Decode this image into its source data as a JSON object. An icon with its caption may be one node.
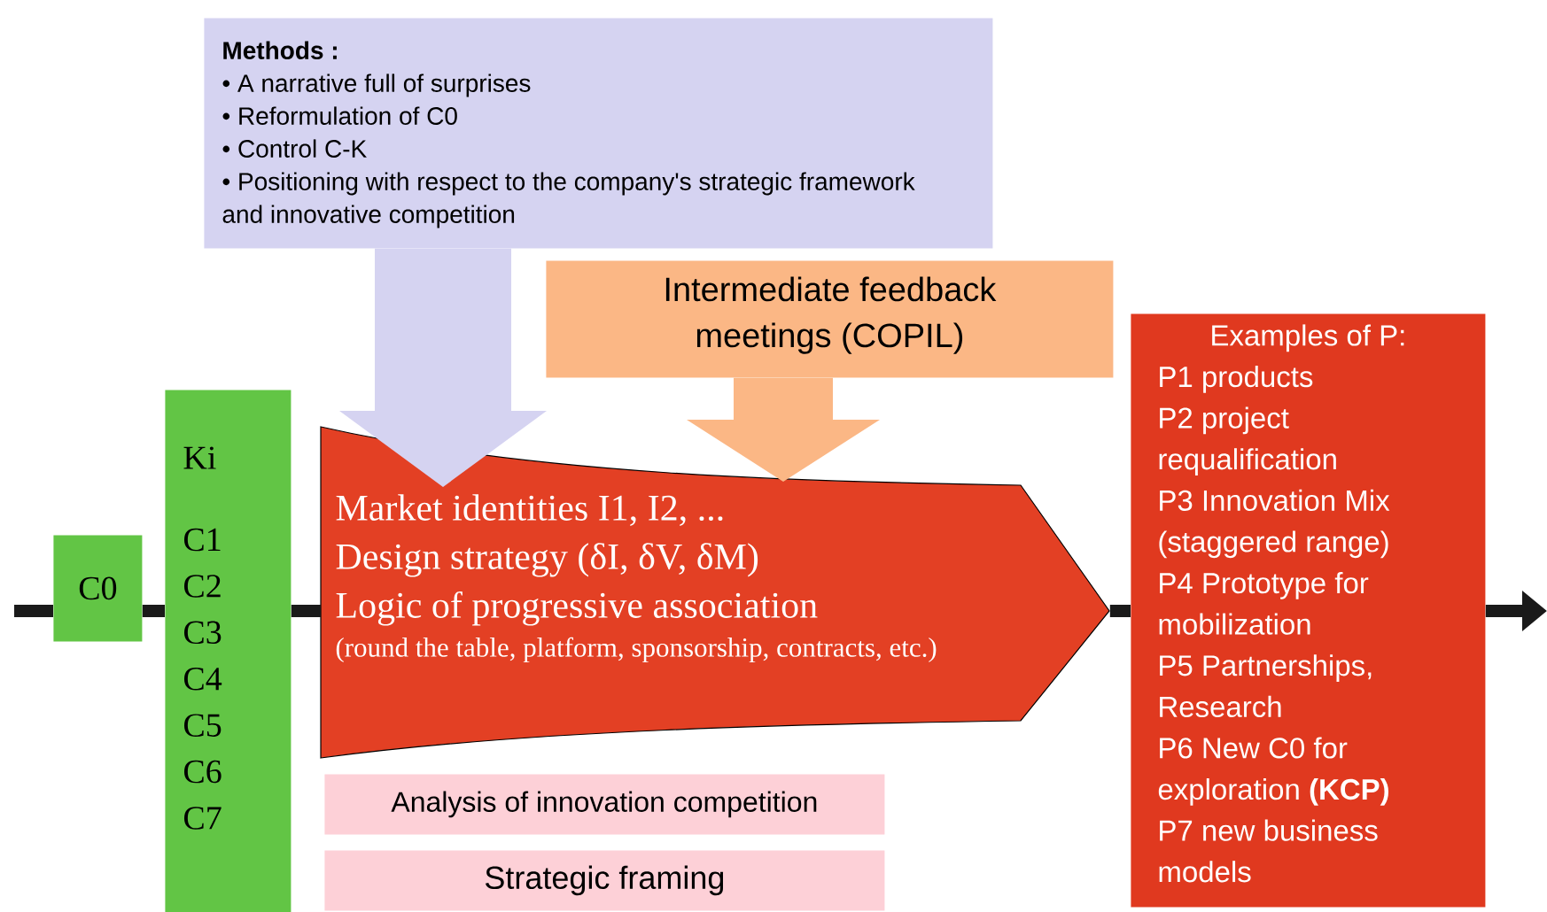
{
  "diagram": {
    "nodes": [
      {
        "text": [
          "Methods :",
          "• A narrative full of surprises",
          "• Reformulation of C0",
          "• Control C-K",
          "• Positioning with respect to the company's strategic framework and innovative competition"
        ]
      },
      {
        "text": [
          "Intermediate feedback meetings (COPIL)"
        ]
      },
      {
        "text": [
          "C0"
        ]
      },
      {
        "text": [
          "Ki",
          "C1",
          "C2",
          "C3",
          "C4",
          "C5",
          "C6",
          "C7"
        ]
      },
      {
        "text": [
          "Market identities I1, I2, ...",
          "Design strategy (δI, δV, δM)",
          "Logic of progressive association",
          "(round the table, platform, sponsorship, contracts, etc.)"
        ]
      },
      {
        "text": [
          "Analysis of innovation competition"
        ]
      },
      {
        "text": [
          "Strategic framing"
        ]
      },
      {
        "text": [
          "Examples of P:",
          "P1 products",
          "P2 project requalification",
          "P3 Innovation Mix (staggered range)",
          "P4 Prototype for mobilization",
          "P5 Partnerships, Research",
          "P6 New C0 for exploration **(KCP)**",
          "P7 new business models"
        ]
      }
    ],
    "edges": [
      {
        "from": 0,
        "to": 4,
        "arrow": "to",
        "style": "thick",
        "color": "#d5d3f1"
      },
      {
        "from": 1,
        "to": 4,
        "arrow": "to",
        "style": "thick",
        "color": "#fbb785"
      },
      {
        "from": null,
        "to": 2,
        "arrow": "none"
      },
      {
        "from": 2,
        "to": 3,
        "arrow": "none"
      },
      {
        "from": 3,
        "to": 4,
        "arrow": "none"
      },
      {
        "from": 4,
        "to": 7,
        "arrow": "none"
      },
      {
        "from": 7,
        "to": null,
        "arrow": "to"
      }
    ]
  }
}
